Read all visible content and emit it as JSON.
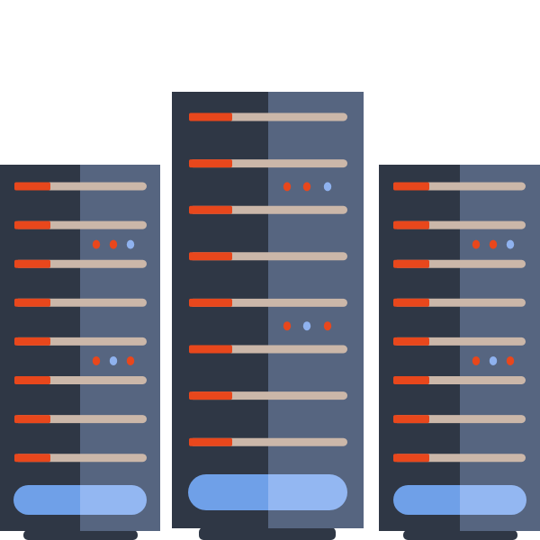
{
  "illustration": {
    "subject": "server-racks-icon",
    "colors": {
      "background": "#ffffff",
      "rack_dark": "#2f3745",
      "rack_light": "#566580",
      "slot_track": "#cbb7a9",
      "slot_fill": "#e8471c",
      "led_red": "#e8471c",
      "led_blue": "#8fb2ef",
      "base_panel_left": "#6fa0e8",
      "base_panel_right": "#93b7f2",
      "foot": "#2f3745"
    },
    "racks": [
      {
        "name": "server-rack-left",
        "slots": 8,
        "led_groups": [
          {
            "after_slot": 1,
            "pattern": [
              "red",
              "red",
              "blue"
            ]
          },
          {
            "after_slot": 4,
            "pattern": [
              "red",
              "blue",
              "red"
            ]
          }
        ]
      },
      {
        "name": "server-rack-center",
        "slots": 8,
        "led_groups": [
          {
            "after_slot": 1,
            "pattern": [
              "red",
              "red",
              "blue"
            ]
          },
          {
            "after_slot": 4,
            "pattern": [
              "red",
              "blue",
              "red"
            ]
          }
        ]
      },
      {
        "name": "server-rack-right",
        "slots": 8,
        "led_groups": [
          {
            "after_slot": 1,
            "pattern": [
              "red",
              "red",
              "blue"
            ]
          },
          {
            "after_slot": 4,
            "pattern": [
              "red",
              "blue",
              "red"
            ]
          }
        ]
      }
    ]
  }
}
